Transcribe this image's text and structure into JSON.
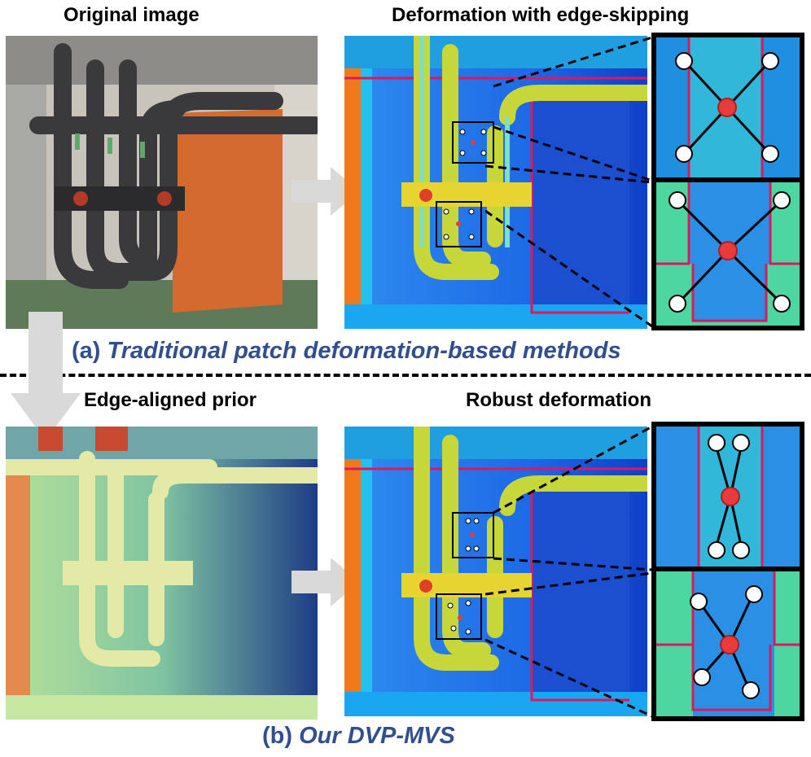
{
  "section_a": {
    "title_left": "Original image",
    "title_right": "Deformation with edge-skipping",
    "caption_prefix": "(a) ",
    "caption_italic": "Traditional patch deformation-based methods"
  },
  "section_b": {
    "title_left": "Edge-aligned prior",
    "title_right": "Robust deformation",
    "caption_prefix": "(b) ",
    "caption_italic": "Our DVP-MVS"
  },
  "colors": {
    "caption": "#2f4f8f",
    "arrow": "#d9d9d9",
    "center_point": "#e83b3b",
    "edge": "#d81b60"
  }
}
